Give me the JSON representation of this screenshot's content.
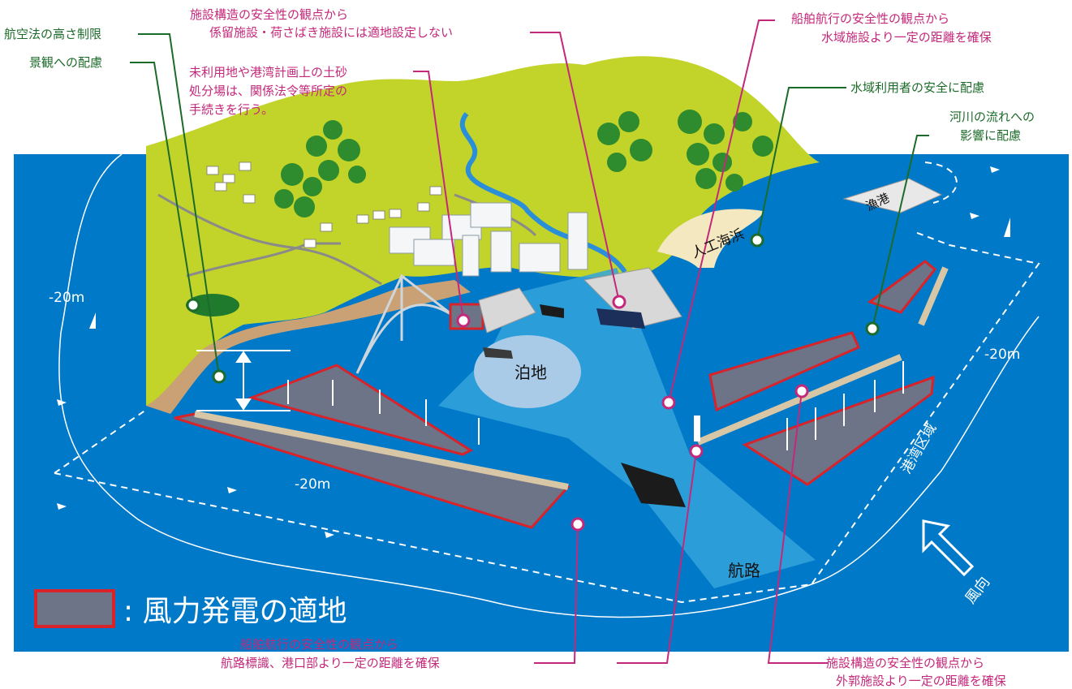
{
  "labels": {
    "aviation_height": "航空法の高さ制限",
    "landscape": "景観への配慮",
    "mooring_l1": "施設構造の安全性の観点から",
    "mooring_l2": "係留施設・荷さばき施設には適地設定しない",
    "unused_l1": "未利用地や港湾計画上の土砂",
    "unused_l2": "処分場は、関係法令等所定の",
    "unused_l3": "手続きを行う。",
    "ship_water_l1": "船舶航行の安全性の観点から",
    "ship_water_l2": "水域施設より一定の距離を確保",
    "water_users": "水域利用者の安全に配慮",
    "river_l1": "河川の流れへの",
    "river_l2": "影響に配慮",
    "route_markers_l1": "船舶航行の安全性の観点から",
    "route_markers_l2": "航路標識、港口部より一定の距離を確保",
    "breakwater_l1": "施設構造の安全性の観点から",
    "breakwater_l2": "外郭施設より一定の距離を確保"
  },
  "map_text": {
    "anchorage": "泊地",
    "fairway": "航路",
    "artificial_beach": "人工海浜",
    "fishing_port": "漁港",
    "port_area": "港湾区域",
    "wind_direction": "風向",
    "depth_left": "-20m",
    "depth_bottom": "-20m",
    "depth_right": "-20m"
  },
  "legend": {
    "text": ": 風力発電の適地"
  },
  "colors": {
    "sea": "#0079c8",
    "land": "#c2d32a",
    "coast": "#c9a174",
    "beach": "#f3e8c0",
    "suitable_zone_fill": "#6d7487",
    "suitable_zone_border": "#d8232a",
    "anchorage": "#a9cbe8",
    "fairway": "#33a3dc",
    "leader_pink": "#c4287b",
    "leader_green": "#1d6b2a"
  }
}
